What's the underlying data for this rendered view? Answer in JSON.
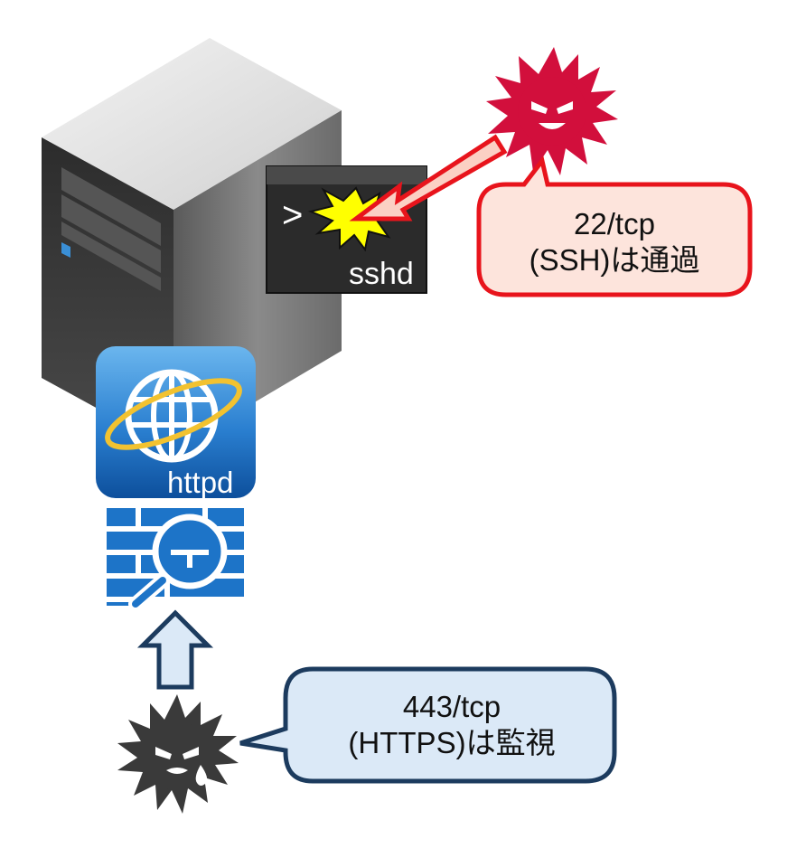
{
  "terminal": {
    "prompt": ">",
    "process": "sshd"
  },
  "web_app": {
    "process": "httpd"
  },
  "callout_ssh": {
    "line1": "22/tcp",
    "line2": "(SSH)は通過",
    "color": "#e8141c",
    "fill": "#fde4dc"
  },
  "callout_https": {
    "line1": "443/tcp",
    "line2": "(HTTPS)は監視",
    "color": "#1c3b5e",
    "fill": "#dbe9f7"
  },
  "colors": {
    "attacker_pass": "#d20f3c",
    "attacker_blocked": "#3a3a3a",
    "waf_blue": "#1d74c8"
  }
}
